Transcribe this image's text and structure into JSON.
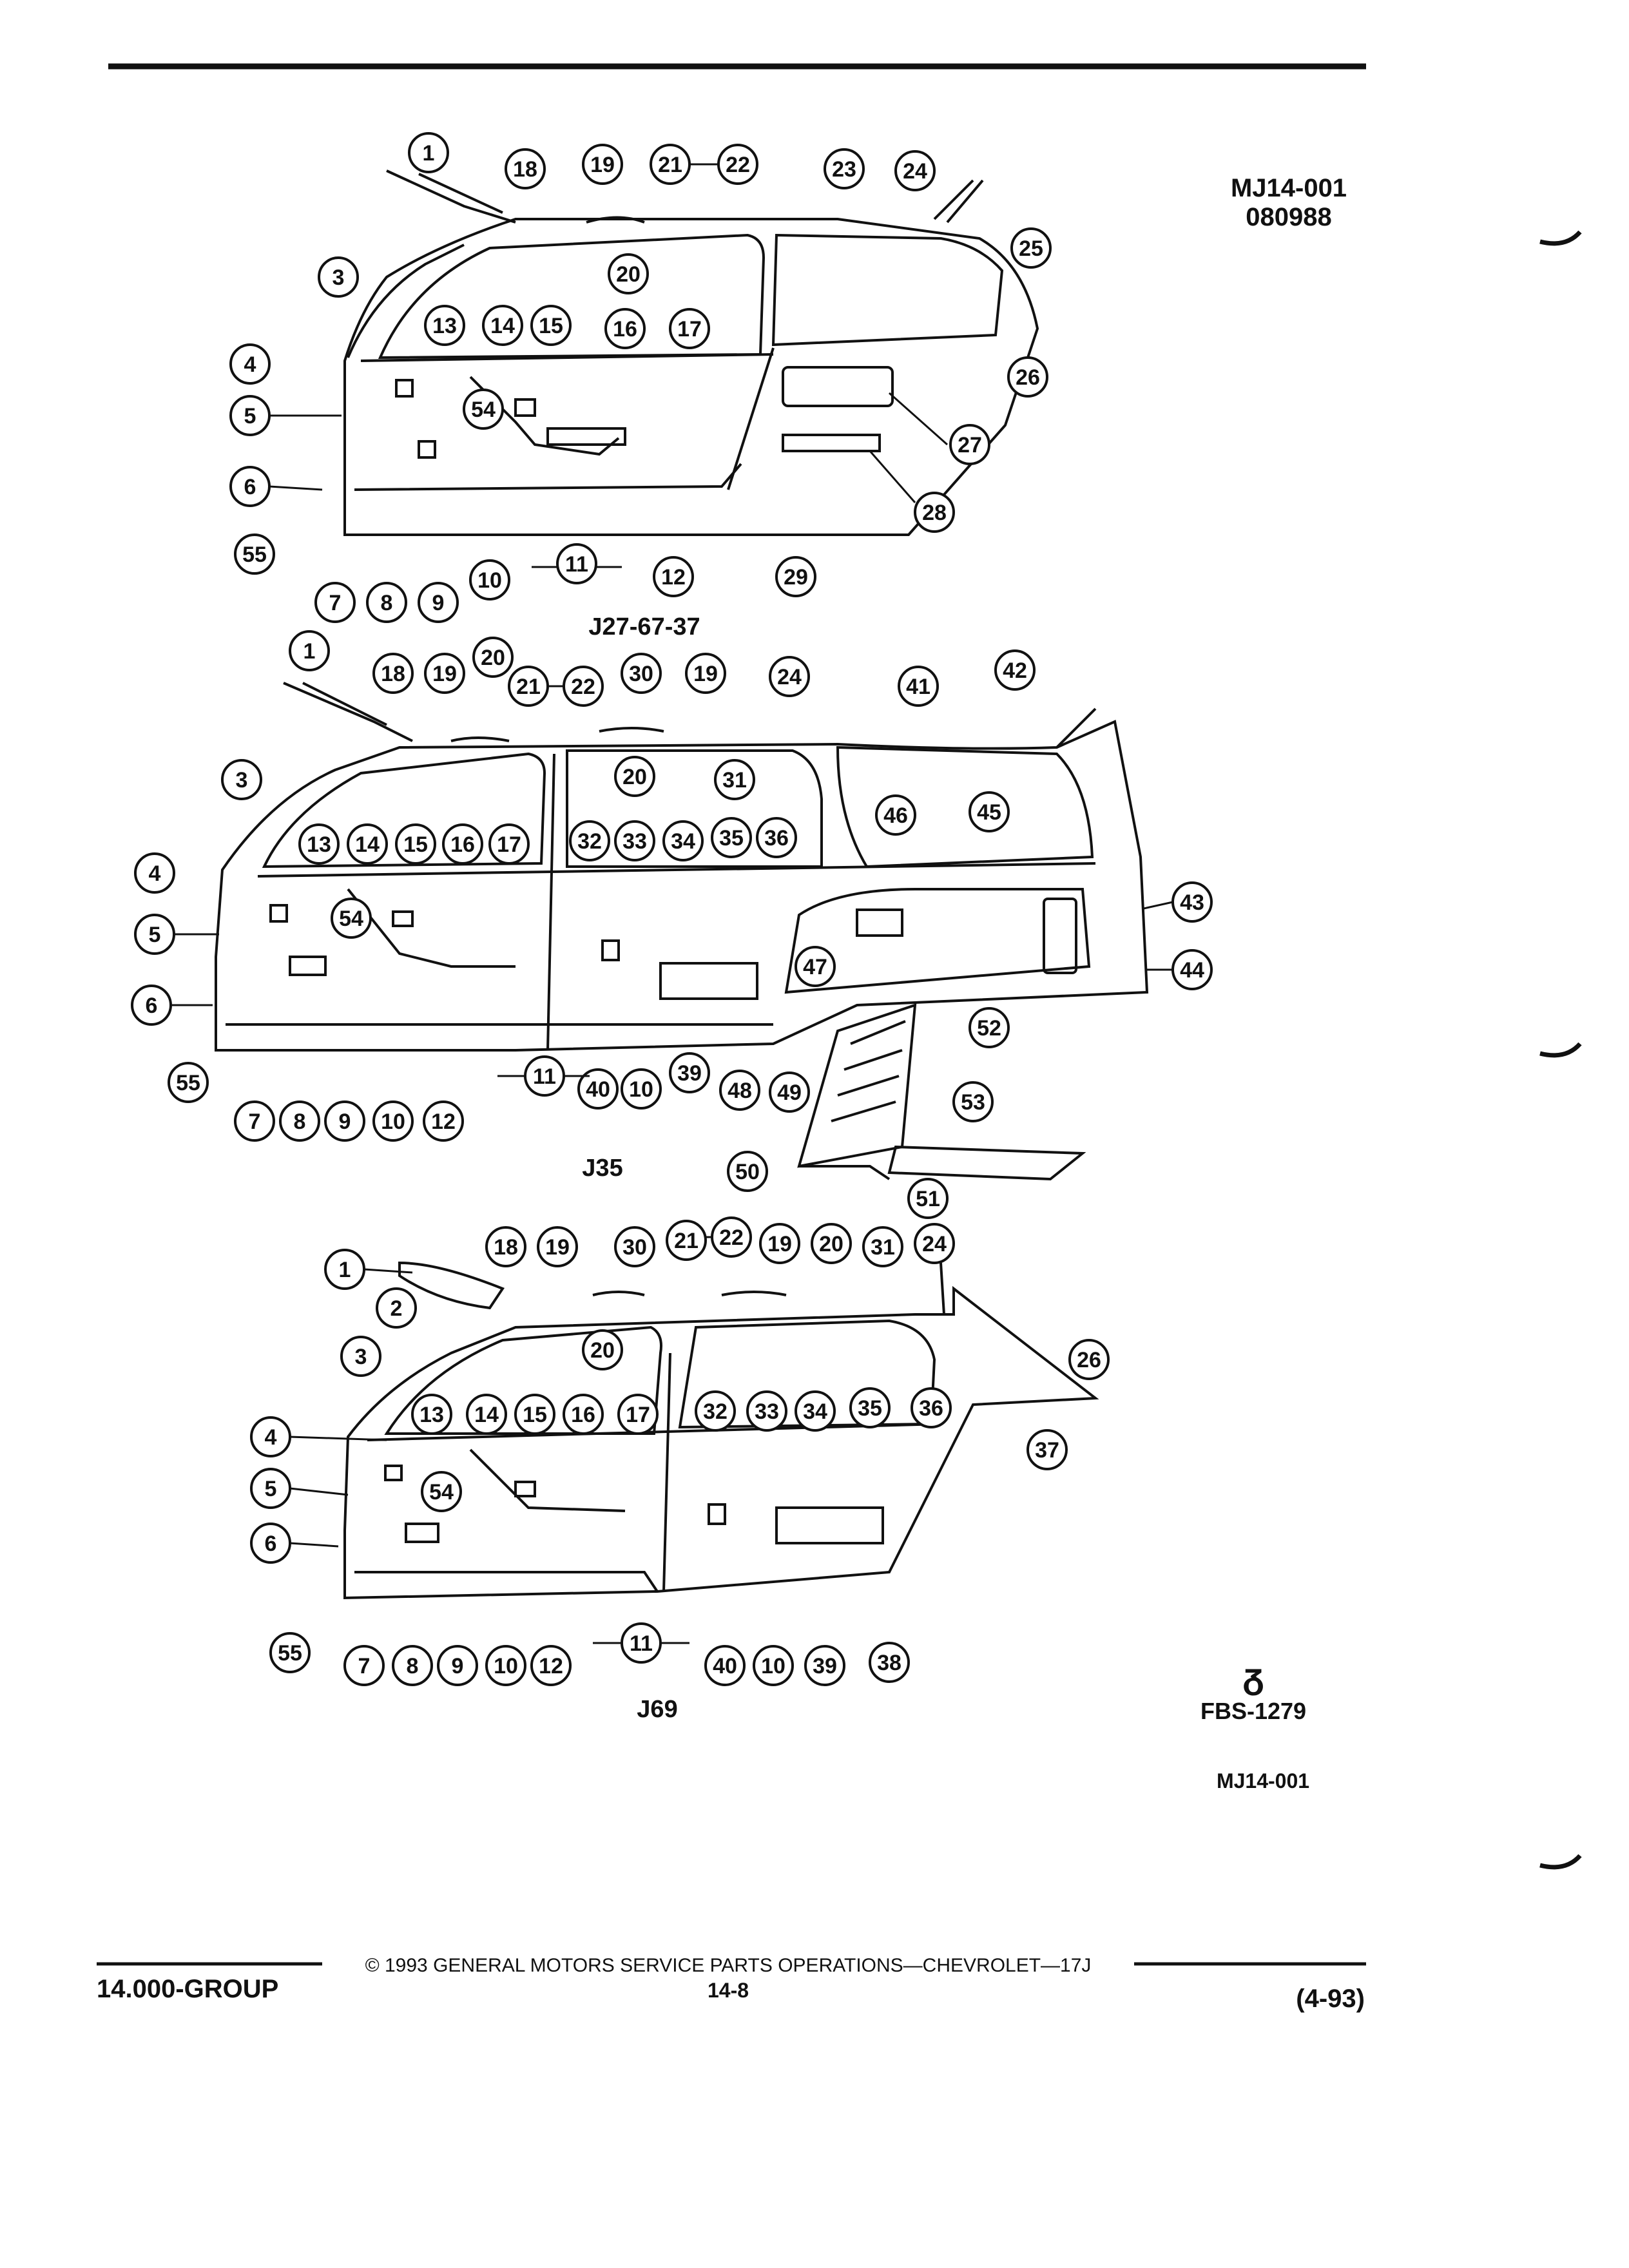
{
  "header": {
    "code": "MJ14-001",
    "date_code": "080988"
  },
  "views": [
    {
      "name": "J27-67-37",
      "callouts": [
        "1",
        "3",
        "4",
        "5",
        "6",
        "7",
        "8",
        "9",
        "10",
        "11",
        "12",
        "13",
        "14",
        "15",
        "16",
        "17",
        "18",
        "19",
        "20",
        "21",
        "22",
        "23",
        "24",
        "25",
        "26",
        "27",
        "28",
        "29",
        "54",
        "55"
      ]
    },
    {
      "name": "J35",
      "callouts": [
        "1",
        "3",
        "4",
        "5",
        "6",
        "7",
        "8",
        "9",
        "10",
        "10",
        "11",
        "12",
        "13",
        "14",
        "15",
        "16",
        "17",
        "18",
        "19",
        "19",
        "20",
        "20",
        "21",
        "22",
        "24",
        "30",
        "31",
        "32",
        "33",
        "34",
        "35",
        "36",
        "39",
        "40",
        "41",
        "42",
        "43",
        "44",
        "45",
        "46",
        "47",
        "48",
        "49",
        "50",
        "51",
        "52",
        "53",
        "54",
        "55"
      ]
    },
    {
      "name": "J69",
      "callouts": [
        "1",
        "2",
        "3",
        "4",
        "5",
        "6",
        "7",
        "8",
        "9",
        "10",
        "10",
        "11",
        "12",
        "13",
        "14",
        "15",
        "16",
        "17",
        "18",
        "19",
        "19",
        "20",
        "20",
        "21",
        "22",
        "24",
        "26",
        "30",
        "31",
        "32",
        "33",
        "34",
        "35",
        "36",
        "37",
        "38",
        "39",
        "40",
        "54",
        "55"
      ]
    }
  ],
  "logo": {
    "name": "gm-spo-logo-icon",
    "glyph": "ᵹ"
  },
  "figure_code": "FBS-1279",
  "figure_ref": "MJ14-001",
  "footer": {
    "group": "14.000-GROUP",
    "copyright": "© 1993 GENERAL MOTORS SERVICE PARTS OPERATIONS—CHEVROLET—17J",
    "page": "14-8",
    "date": "(4-93)"
  }
}
